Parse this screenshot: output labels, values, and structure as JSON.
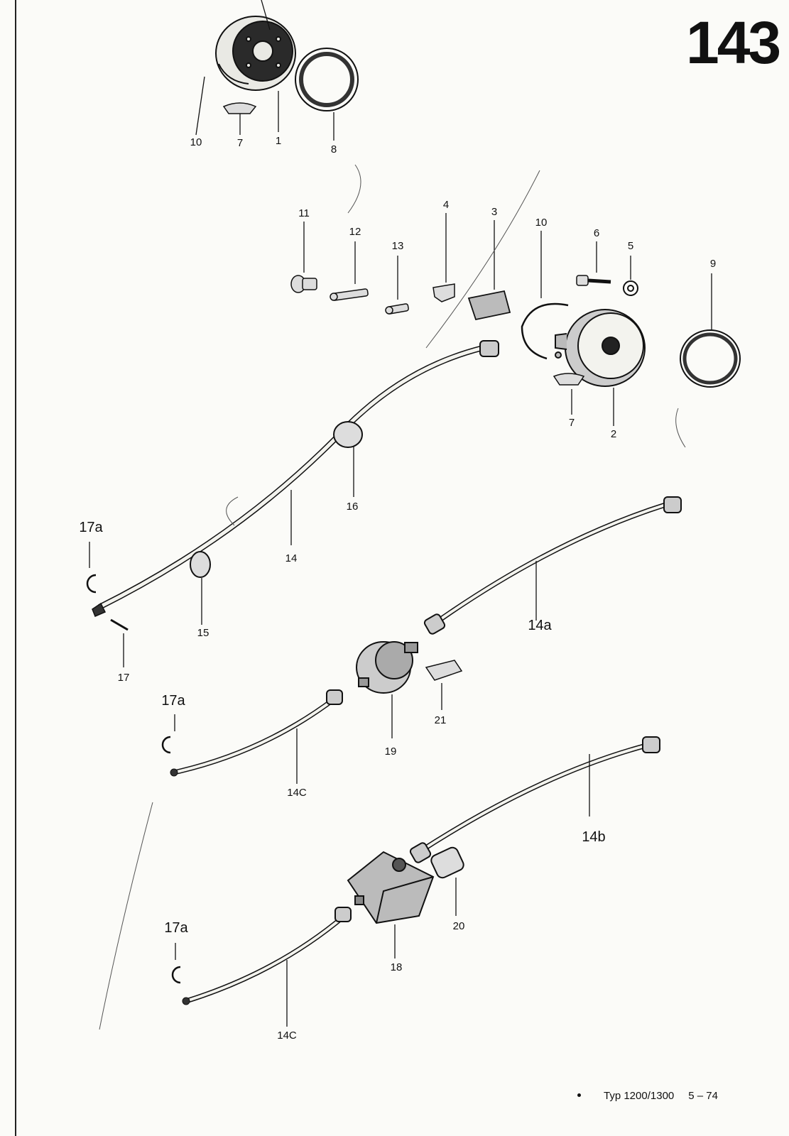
{
  "page_number": "143",
  "callouts": {
    "c1_top": "1",
    "c2": "2",
    "c3": "3",
    "c4": "4",
    "c5": "5",
    "c6": "6",
    "c7_top": "7",
    "c7_mid": "7",
    "c8": "8",
    "c9": "9",
    "c10_top": "10",
    "c10_mid": "10",
    "c11": "11",
    "c12": "12",
    "c13": "13",
    "c14": "14",
    "c14a": "14a",
    "c14b": "14b",
    "c14c_upper": "14C",
    "c14c_lower": "14C",
    "c15": "15",
    "c16": "16",
    "c17": "17",
    "c17a_1": "17a",
    "c17a_2": "17a",
    "c17a_3": "17a",
    "c18": "18",
    "c19": "19",
    "c20": "20",
    "c21": "21"
  },
  "footer": {
    "model": "Typ 1200/1300",
    "date": "5 – 74"
  }
}
